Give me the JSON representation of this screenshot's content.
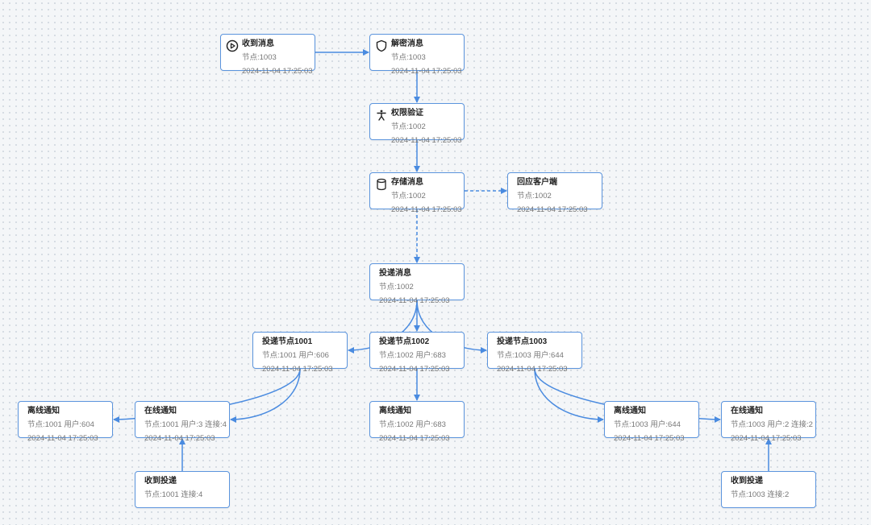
{
  "nodes": {
    "recv_msg": {
      "title": "收到消息",
      "line1": "节点:1003",
      "line2": "2024-11-04 17:25:03",
      "icon": "play-circle-icon"
    },
    "decrypt": {
      "title": "解密消息",
      "line1": "节点:1003",
      "line2": "2024-11-04 17:25:03",
      "icon": "shield-icon"
    },
    "auth": {
      "title": "权限验证",
      "line1": "节点:1002",
      "line2": "2024-11-04 17:25:03",
      "icon": "accessibility-icon"
    },
    "store": {
      "title": "存储消息",
      "line1": "节点:1002",
      "line2": "2024-11-04 17:25:03",
      "icon": "database-icon"
    },
    "reply": {
      "title": "回应客户端",
      "line1": "节点:1002",
      "line2": "2024-11-04 17:25:03"
    },
    "deliver": {
      "title": "投递消息",
      "line1": "节点:1002",
      "line2": "2024-11-04 17:25:03"
    },
    "n1001": {
      "title": "投递节点1001",
      "line1": "节点:1001 用户:606",
      "line2": "2024-11-04 17:25:03"
    },
    "n1002": {
      "title": "投递节点1002",
      "line1": "节点:1002 用户:683",
      "line2": "2024-11-04 17:25:03"
    },
    "n1003": {
      "title": "投递节点1003",
      "line1": "节点:1003 用户:644",
      "line2": "2024-11-04 17:25:03"
    },
    "off1001": {
      "title": "离线通知",
      "line1": "节点:1001 用户:604",
      "line2": "2024-11-04 17:25:03"
    },
    "on1001": {
      "title": "在线通知",
      "line1": "节点:1001 用户:3 连接:4",
      "line2": "2024-11-04 17:25:03"
    },
    "off1002": {
      "title": "离线通知",
      "line1": "节点:1002 用户:683",
      "line2": "2024-11-04 17:25:03"
    },
    "off1003": {
      "title": "离线通知",
      "line1": "节点:1003 用户:644",
      "line2": "2024-11-04 17:25:03"
    },
    "on1003": {
      "title": "在线通知",
      "line1": "节点:1003 用户:2 连接:2",
      "line2": "2024-11-04 17:25:03"
    },
    "recvdel1001": {
      "title": "收到投递",
      "line1": "节点:1001 连接:4"
    },
    "recvdel1003": {
      "title": "收到投递",
      "line1": "节点:1003 连接:2"
    }
  },
  "edges": [
    {
      "from": "recv_msg",
      "to": "decrypt",
      "style": "solid"
    },
    {
      "from": "decrypt",
      "to": "auth",
      "style": "solid"
    },
    {
      "from": "auth",
      "to": "store",
      "style": "solid"
    },
    {
      "from": "store",
      "to": "reply",
      "style": "dashed"
    },
    {
      "from": "store",
      "to": "deliver",
      "style": "dashed"
    },
    {
      "from": "deliver",
      "to": "n1001",
      "style": "solid"
    },
    {
      "from": "deliver",
      "to": "n1002",
      "style": "solid"
    },
    {
      "from": "deliver",
      "to": "n1003",
      "style": "solid"
    },
    {
      "from": "n1001",
      "to": "off1001",
      "style": "solid"
    },
    {
      "from": "n1001",
      "to": "on1001",
      "style": "solid"
    },
    {
      "from": "n1002",
      "to": "off1002",
      "style": "solid"
    },
    {
      "from": "n1003",
      "to": "off1003",
      "style": "solid"
    },
    {
      "from": "n1003",
      "to": "on1003",
      "style": "solid"
    },
    {
      "from": "recvdel1001",
      "to": "on1001",
      "style": "solid"
    },
    {
      "from": "recvdel1003",
      "to": "on1003",
      "style": "solid"
    }
  ],
  "colors": {
    "edge": "#4a8be0",
    "border": "#5b94dd",
    "text": "#222222",
    "subtext": "#777777"
  }
}
